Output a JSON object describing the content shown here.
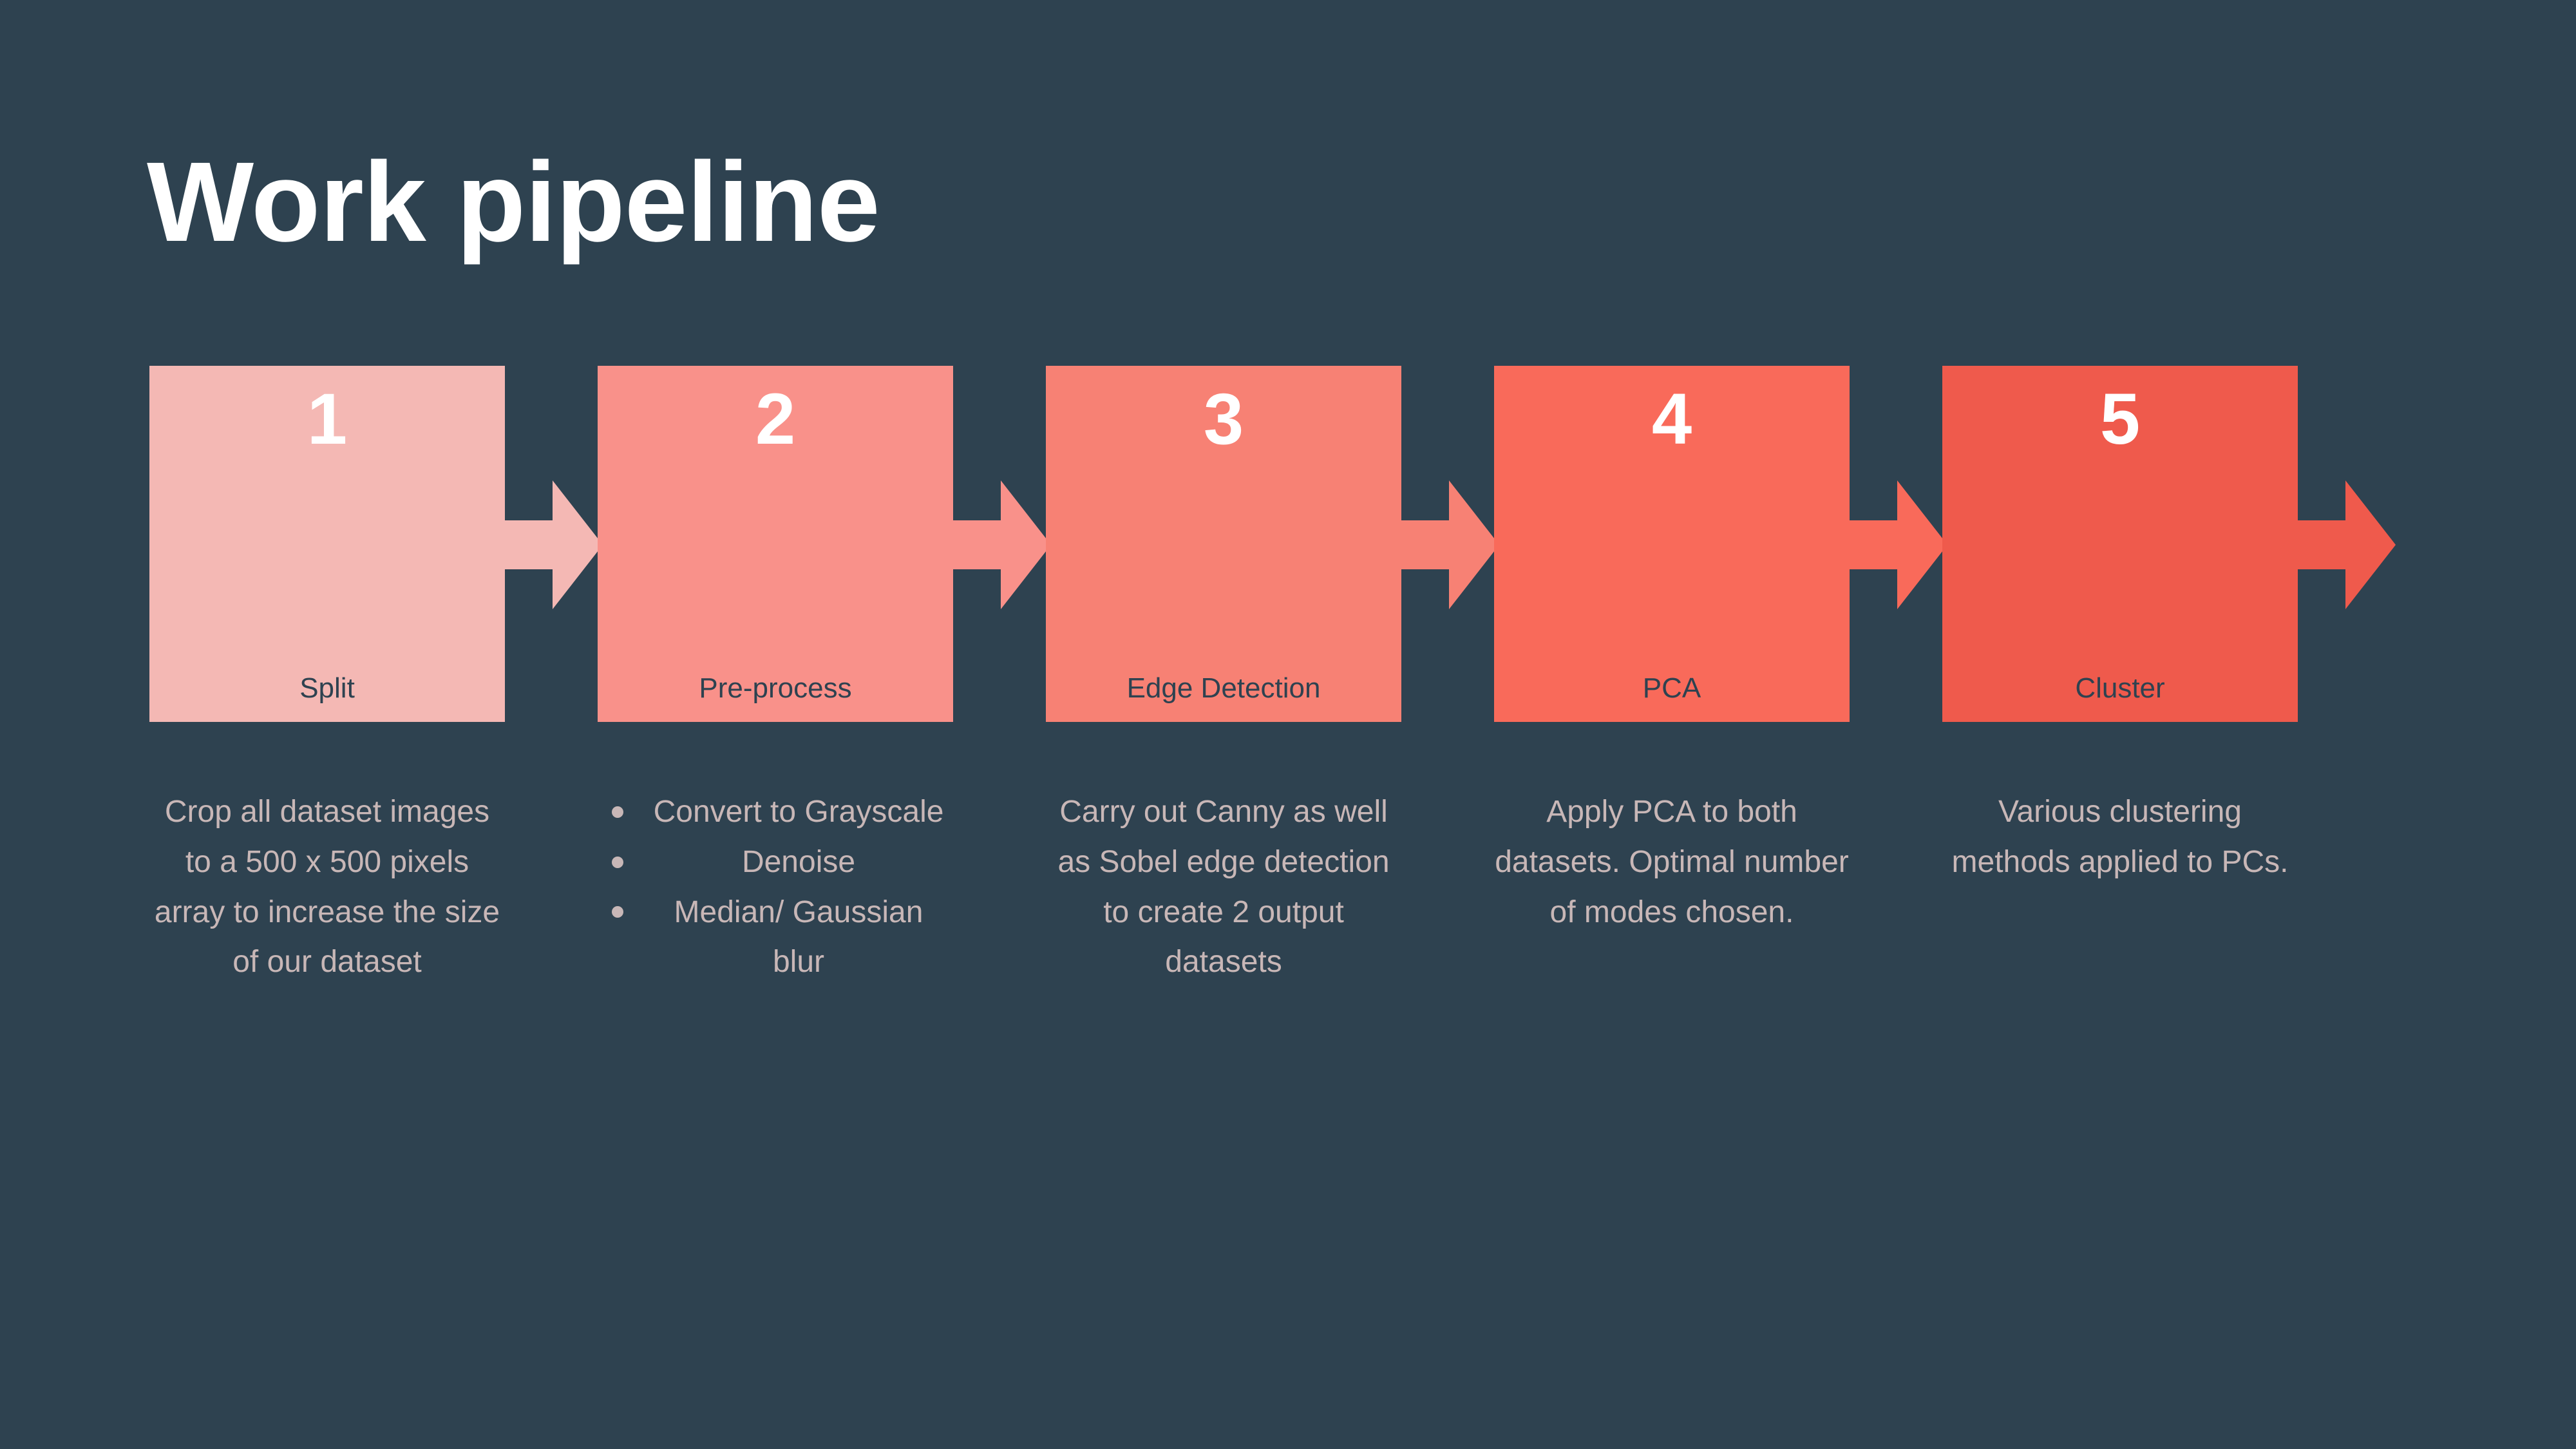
{
  "slide": {
    "title": "Work pipeline",
    "background_color": "#2e4250",
    "title_color": "#ffffff",
    "description_color": "#c8b7b7",
    "box_label_color": "#2e4250"
  },
  "steps": [
    {
      "number": "1",
      "label": "Split",
      "box_color": "#f4b8b4",
      "arrow_color": "#f4b8b4",
      "description_kind": "paragraph",
      "description": "Crop all dataset images to a 500 x 500 pixels array to increase the size of our dataset"
    },
    {
      "number": "2",
      "label": "Pre-process",
      "box_color": "#f9918a",
      "arrow_color": "#f9918a",
      "description_kind": "bullets",
      "bullets": [
        "Convert to Grayscale",
        "Denoise",
        "Median/ Gaussian blur"
      ]
    },
    {
      "number": "3",
      "label": "Edge Detection",
      "box_color": "#f78174",
      "arrow_color": "#f78174",
      "description_kind": "paragraph",
      "description": "Carry out Canny as well as Sobel edge detection to create 2 output datasets"
    },
    {
      "number": "4",
      "label": "PCA",
      "box_color": "#f96a5a",
      "arrow_color": "#f96a5a",
      "description_kind": "paragraph",
      "description": "Apply PCA to both datasets. Optimal number of modes chosen."
    },
    {
      "number": "5",
      "label": "Cluster",
      "box_color": "#ef5a4c",
      "arrow_color": "#ef5a4c",
      "description_kind": "paragraph",
      "description": "Various clustering methods applied to PCs."
    }
  ]
}
